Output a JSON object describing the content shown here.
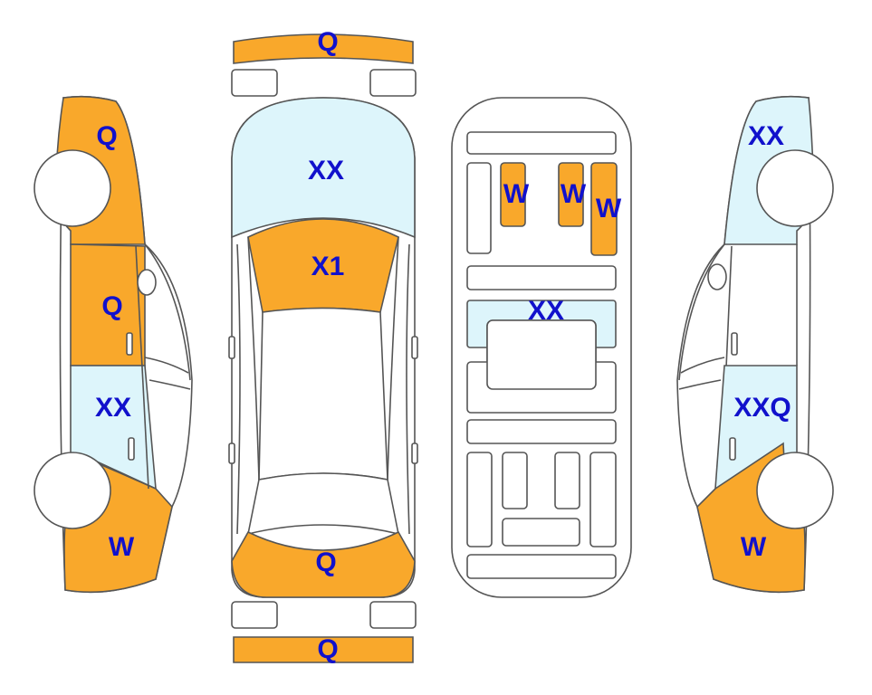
{
  "colors": {
    "orange": "#F9A82B",
    "light_blue": "#DDF5FB",
    "white": "#FFFFFF",
    "outline": "#555555",
    "label": "#1111CC"
  },
  "legend_codes": [
    "Q",
    "XX",
    "X1",
    "W",
    "XXQ"
  ],
  "views": {
    "top": {
      "front_bumper": "Q",
      "hood": "XX",
      "windshield": "X1",
      "trunk": "Q",
      "rear_bumper": "Q"
    },
    "left_side": {
      "front_fender": "Q",
      "front_door": "Q",
      "rear_door": "XX",
      "rear_quarter": "W"
    },
    "underbody": {
      "rail_left": "W",
      "rail_middle": "W",
      "rail_right": "W",
      "crossmember": "XX"
    },
    "right_side": {
      "front_fender": "XX",
      "rear_door": "XXQ",
      "rear_quarter": "W"
    }
  }
}
